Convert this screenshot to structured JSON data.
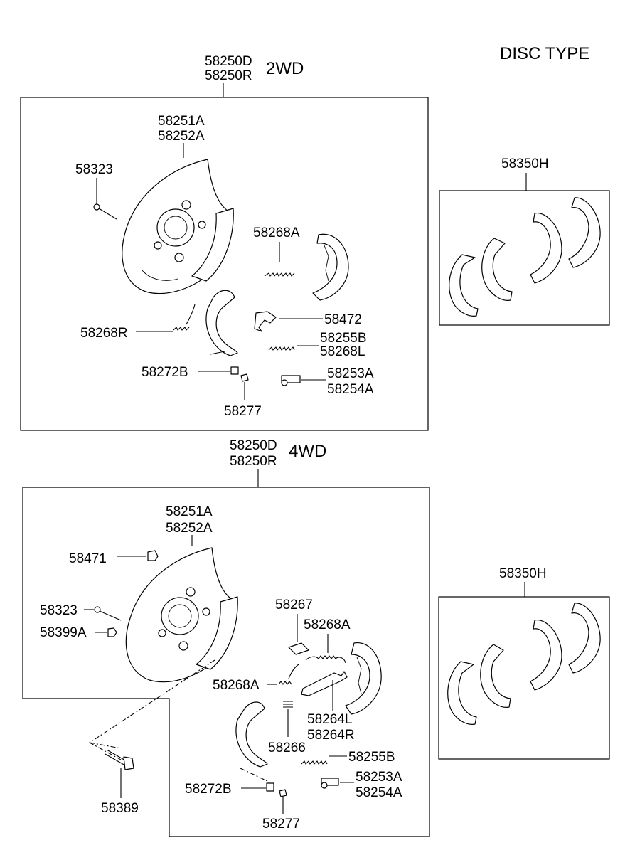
{
  "title": "DISC TYPE",
  "groups": {
    "twowd": {
      "drive": "2WD",
      "assy": [
        "58250D",
        "58250R"
      ],
      "parts": {
        "backing_plate": [
          "58251A",
          "58252A"
        ],
        "bolt": "58323",
        "spring_top": "58268A",
        "spring_left": "58268R",
        "lever": "58472",
        "spring_adj": [
          "58255B",
          "58268L"
        ],
        "pin": "58272B",
        "cup": "58277",
        "adjuster": [
          "58253A",
          "58254A"
        ]
      },
      "shoe_kit": "58350H"
    },
    "fourwd": {
      "drive": "4WD",
      "assy": [
        "58250D",
        "58250R"
      ],
      "parts": {
        "backing_plate": [
          "58251A",
          "58252A"
        ],
        "plug": "58471",
        "bolt": "58323",
        "nut": "58399A",
        "strut_plate": "58267",
        "spring_top": "58268A",
        "spring_left": "58268A",
        "lever": [
          "58264L",
          "58264R"
        ],
        "clip": "58266",
        "spring_adj": "58255B",
        "adjuster": [
          "58253A",
          "58254A"
        ],
        "pin": "58272B",
        "cup": "58277",
        "mount_bolt": "58389"
      },
      "shoe_kit": "58350H"
    }
  }
}
